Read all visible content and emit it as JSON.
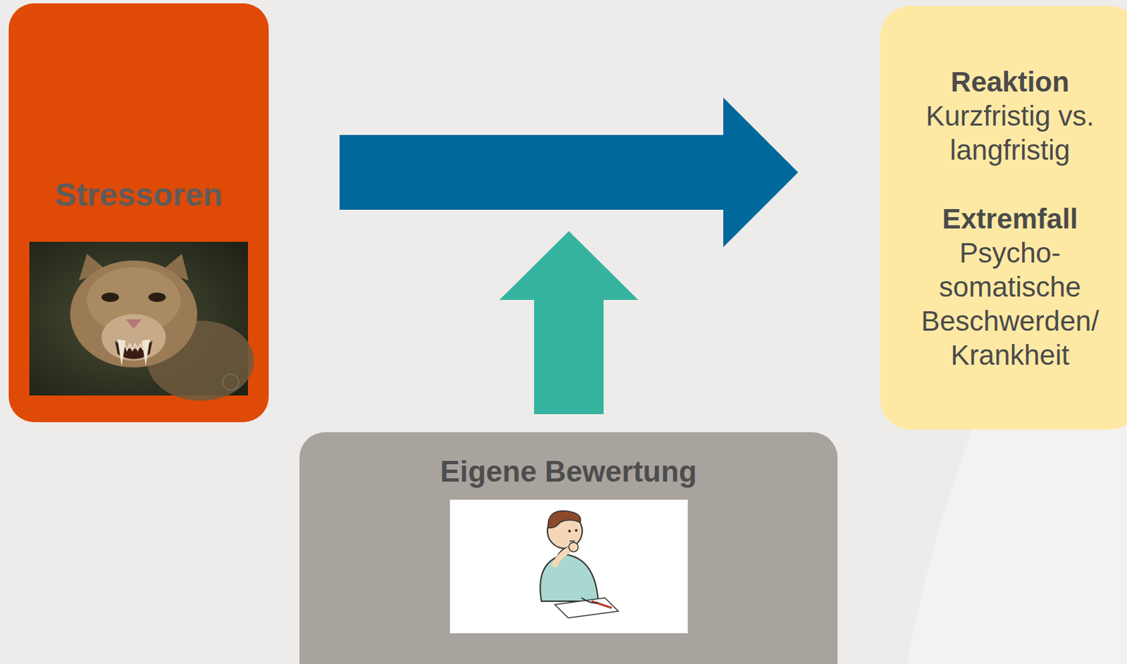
{
  "diagram": {
    "nodes": [
      {
        "text": [
          "Stressoren"
        ]
      },
      {
        "text": [
          "Reaktion",
          "Kurzfristig vs. langfristig",
          "Extremfall",
          "Psycho- somatische Beschwerden/ Krankheit"
        ]
      },
      {
        "text": [
          "Eigene Bewertung"
        ]
      }
    ],
    "edges": [
      {
        "from": 0,
        "to": 1,
        "arrow": "to"
      }
    ]
  }
}
